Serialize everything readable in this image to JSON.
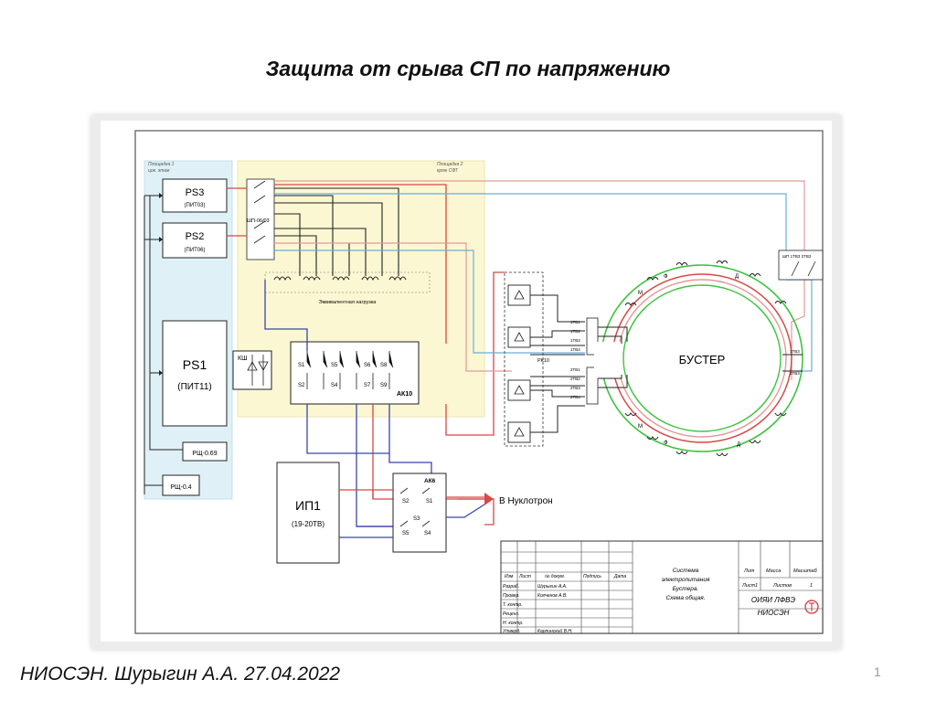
{
  "slide": {
    "title": "Защита от срыва СП по напряжению",
    "footer": "НИОСЭН. Шурыгин А.А. 27.04.2022",
    "page_number": "1"
  },
  "colors": {
    "red": "#d64848",
    "pink": "#e39a9a",
    "blue": "#3845b0",
    "lightblue": "#6aaed8",
    "green": "#3fc240",
    "black": "#222222",
    "zone1": "#dff1f6",
    "zone2": "#fbf7d2"
  },
  "diagram": {
    "zone1": {
      "line1": "Площадка 1",
      "line2": "цок. этаж"
    },
    "zone2": {
      "line1": "Площадка 2",
      "line2": "кряж СФТ"
    },
    "ps3": {
      "name": "PS3",
      "sub": "(ПИТ03)"
    },
    "ps2": {
      "name": "PS2",
      "sub": "(ПИТ06)"
    },
    "ps1": {
      "name": "PS1",
      "sub": "(ПИТ11)"
    },
    "ksh": "КШ",
    "shp": "ШП-06/03",
    "load": "Эквивалентная нагрузка",
    "ak10": {
      "name": "АК10",
      "contacts": [
        "S1",
        "S2",
        "S5",
        "S4",
        "S6",
        "S7",
        "S8",
        "S9"
      ]
    },
    "rsch069": "РЩ-0.69",
    "rsch04": "РЩ-0.4",
    "ip1": {
      "name": "ИП1",
      "sub": "(19-20ТВ)"
    },
    "ak6": {
      "name": "АК6",
      "contacts": [
        "S2",
        "S1",
        "S3",
        "S5",
        "S4"
      ]
    },
    "nuclotron": "В Нуклотрон",
    "booster": "БУСТЕР",
    "rk10": "РК10",
    "port_labels": [
      "1ТВ1",
      "1ТВ2",
      "1ТВ3",
      "1ТВ4",
      "2ТВ1",
      "2ТВ2",
      "2ТВ3",
      "2ТВ4"
    ],
    "right_labels": [
      "1ТВ3",
      "2ТВ3"
    ],
    "shp_right": "ШП 1ТВ3 2ТВ3",
    "coil_labels": [
      "М",
      "Ф",
      "Д"
    ]
  },
  "stamp": {
    "headers": [
      "Изм",
      "Лист",
      "№ докум.",
      "Подпись",
      "Дата"
    ],
    "roles": [
      "Разраб.",
      "Провер.",
      "Т. контр.",
      "Реценз.",
      "Н. контр.",
      "Утверд."
    ],
    "names": [
      "Шурыгин А.А.",
      "Колченов А.В.",
      "",
      "",
      "",
      "Карпинский В.Н."
    ],
    "title_lines": [
      "Система",
      "электропитания",
      "Бустера.",
      "Схема общая."
    ],
    "lit": "Лит",
    "massa": "Масса",
    "masshtab": "Масштаб",
    "list_label": "Лист",
    "list_value": "1",
    "listov_label": "Листов",
    "listov_value": "1",
    "org_line1": "ОИЯИ ЛФВЭ",
    "org_line2": "НИОСЭН"
  }
}
